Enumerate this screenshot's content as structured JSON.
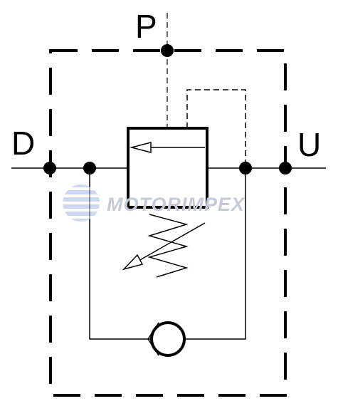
{
  "ports": {
    "pressure": "P",
    "left": "D",
    "right": "U"
  },
  "watermark": {
    "text": "MOTORIMPEX"
  },
  "colors": {
    "line": "#000000",
    "watermark": "#c5cad8",
    "globe": "#a9b9e8"
  }
}
